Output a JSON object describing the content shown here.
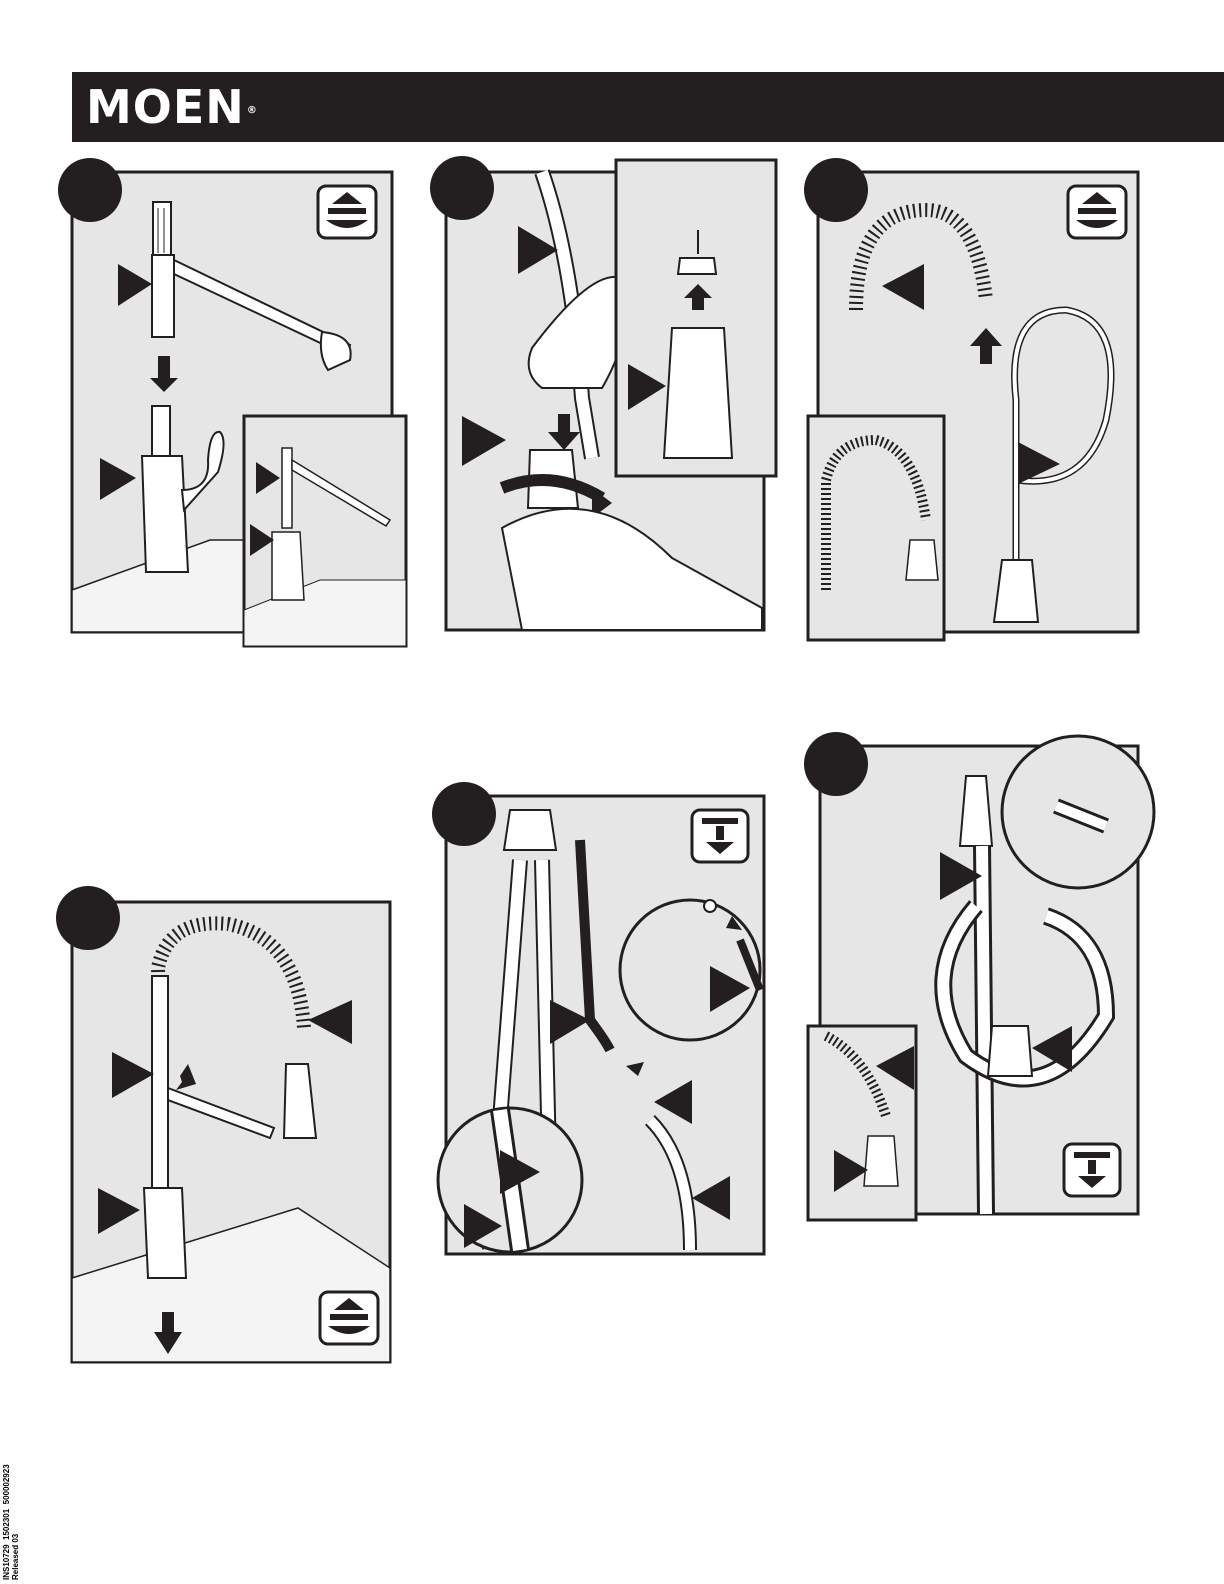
{
  "header": {
    "brand": "MOEN",
    "brand_mark": "®",
    "background": "#231f20"
  },
  "colors": {
    "panel_fill": "#e6e6e6",
    "line": "#231f20",
    "step_circle": "#231f20",
    "pointer": "#231f20"
  },
  "panels": [
    {
      "id": "remove-handle-assembly",
      "icons": [
        "water-on-icon"
      ]
    },
    {
      "id": "remove-spray-insert",
      "icons": []
    },
    {
      "id": "install-spring",
      "icons": [
        "water-on-icon"
      ]
    },
    {
      "id": "install-spout-assembly",
      "icons": [
        "water-on-icon"
      ]
    },
    {
      "id": "connect-hose",
      "icons": [
        "water-off-icon"
      ]
    },
    {
      "id": "attach-weight",
      "icons": [
        "water-off-icon"
      ]
    }
  ],
  "footer": {
    "line1": "INS10729  1502301  500002923",
    "line2": "Released 03"
  }
}
